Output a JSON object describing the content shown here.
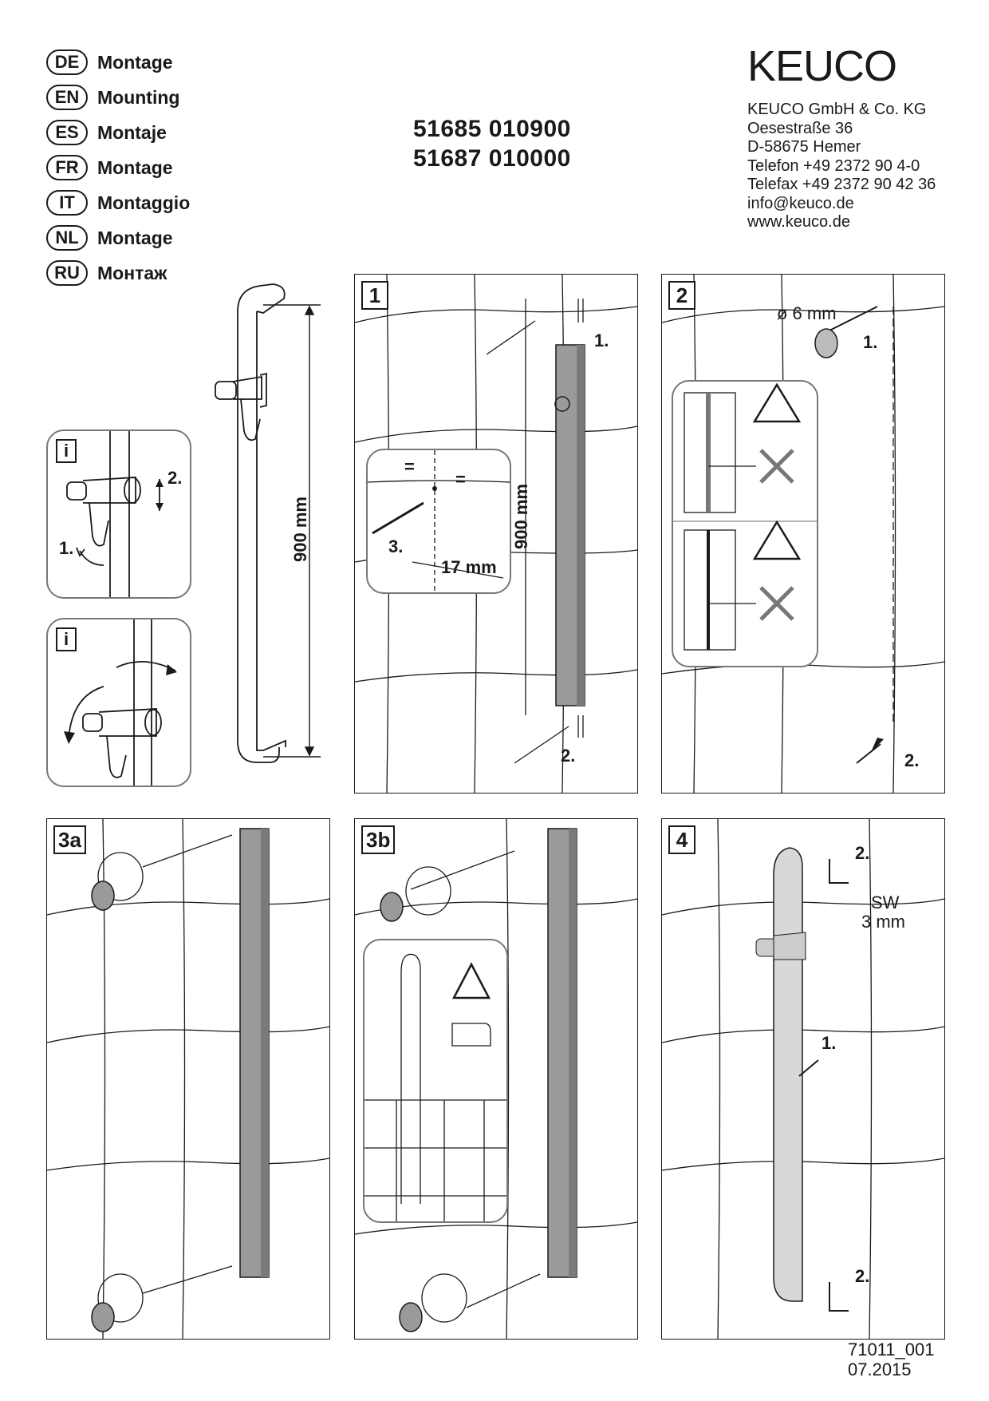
{
  "languages": [
    {
      "code": "DE",
      "label": "Montage"
    },
    {
      "code": "EN",
      "label": "Mounting"
    },
    {
      "code": "ES",
      "label": "Montaje"
    },
    {
      "code": "FR",
      "label": "Montage"
    },
    {
      "code": "IT",
      "label": "Montaggio"
    },
    {
      "code": "NL",
      "label": "Montage"
    },
    {
      "code": "RU",
      "label": "Монтаж"
    }
  ],
  "product_numbers": [
    "51685 010900",
    "51687 010000"
  ],
  "brand": {
    "logo": "KEUCO",
    "address": [
      "KEUCO GmbH & Co. KG",
      "Oesestraße 36",
      "D-58675 Hemer",
      "Telefon +49 2372 90 4-0",
      "Telefax +49 2372 90 42 36",
      "info@keuco.de",
      "www.keuco.de"
    ]
  },
  "overview": {
    "dimension": "900 mm",
    "info_boxes": [
      {
        "mark": "i",
        "steps": [
          "2.",
          "1."
        ]
      },
      {
        "mark": "i"
      }
    ]
  },
  "steps": {
    "s1": {
      "label": "1",
      "marks": [
        "1.",
        "2.",
        "3."
      ],
      "dimension": "900 mm",
      "offset": "17 mm",
      "equal_sign": "="
    },
    "s2": {
      "label": "2",
      "drill": "ø 6 mm",
      "marks": [
        "1.",
        "2."
      ]
    },
    "s3a": {
      "label": "3a"
    },
    "s3b": {
      "label": "3b"
    },
    "s4": {
      "label": "4",
      "marks": [
        "1.",
        "2.",
        "2."
      ],
      "wrench": [
        "SW",
        "3 mm"
      ]
    }
  },
  "footer": {
    "doc_number": "71011_001",
    "date": "07.2015"
  },
  "colors": {
    "line": "#1a1a1a",
    "rail_fill": "#9a9a9a",
    "callout_border": "#777777",
    "warning_fill": "#ffffff"
  }
}
